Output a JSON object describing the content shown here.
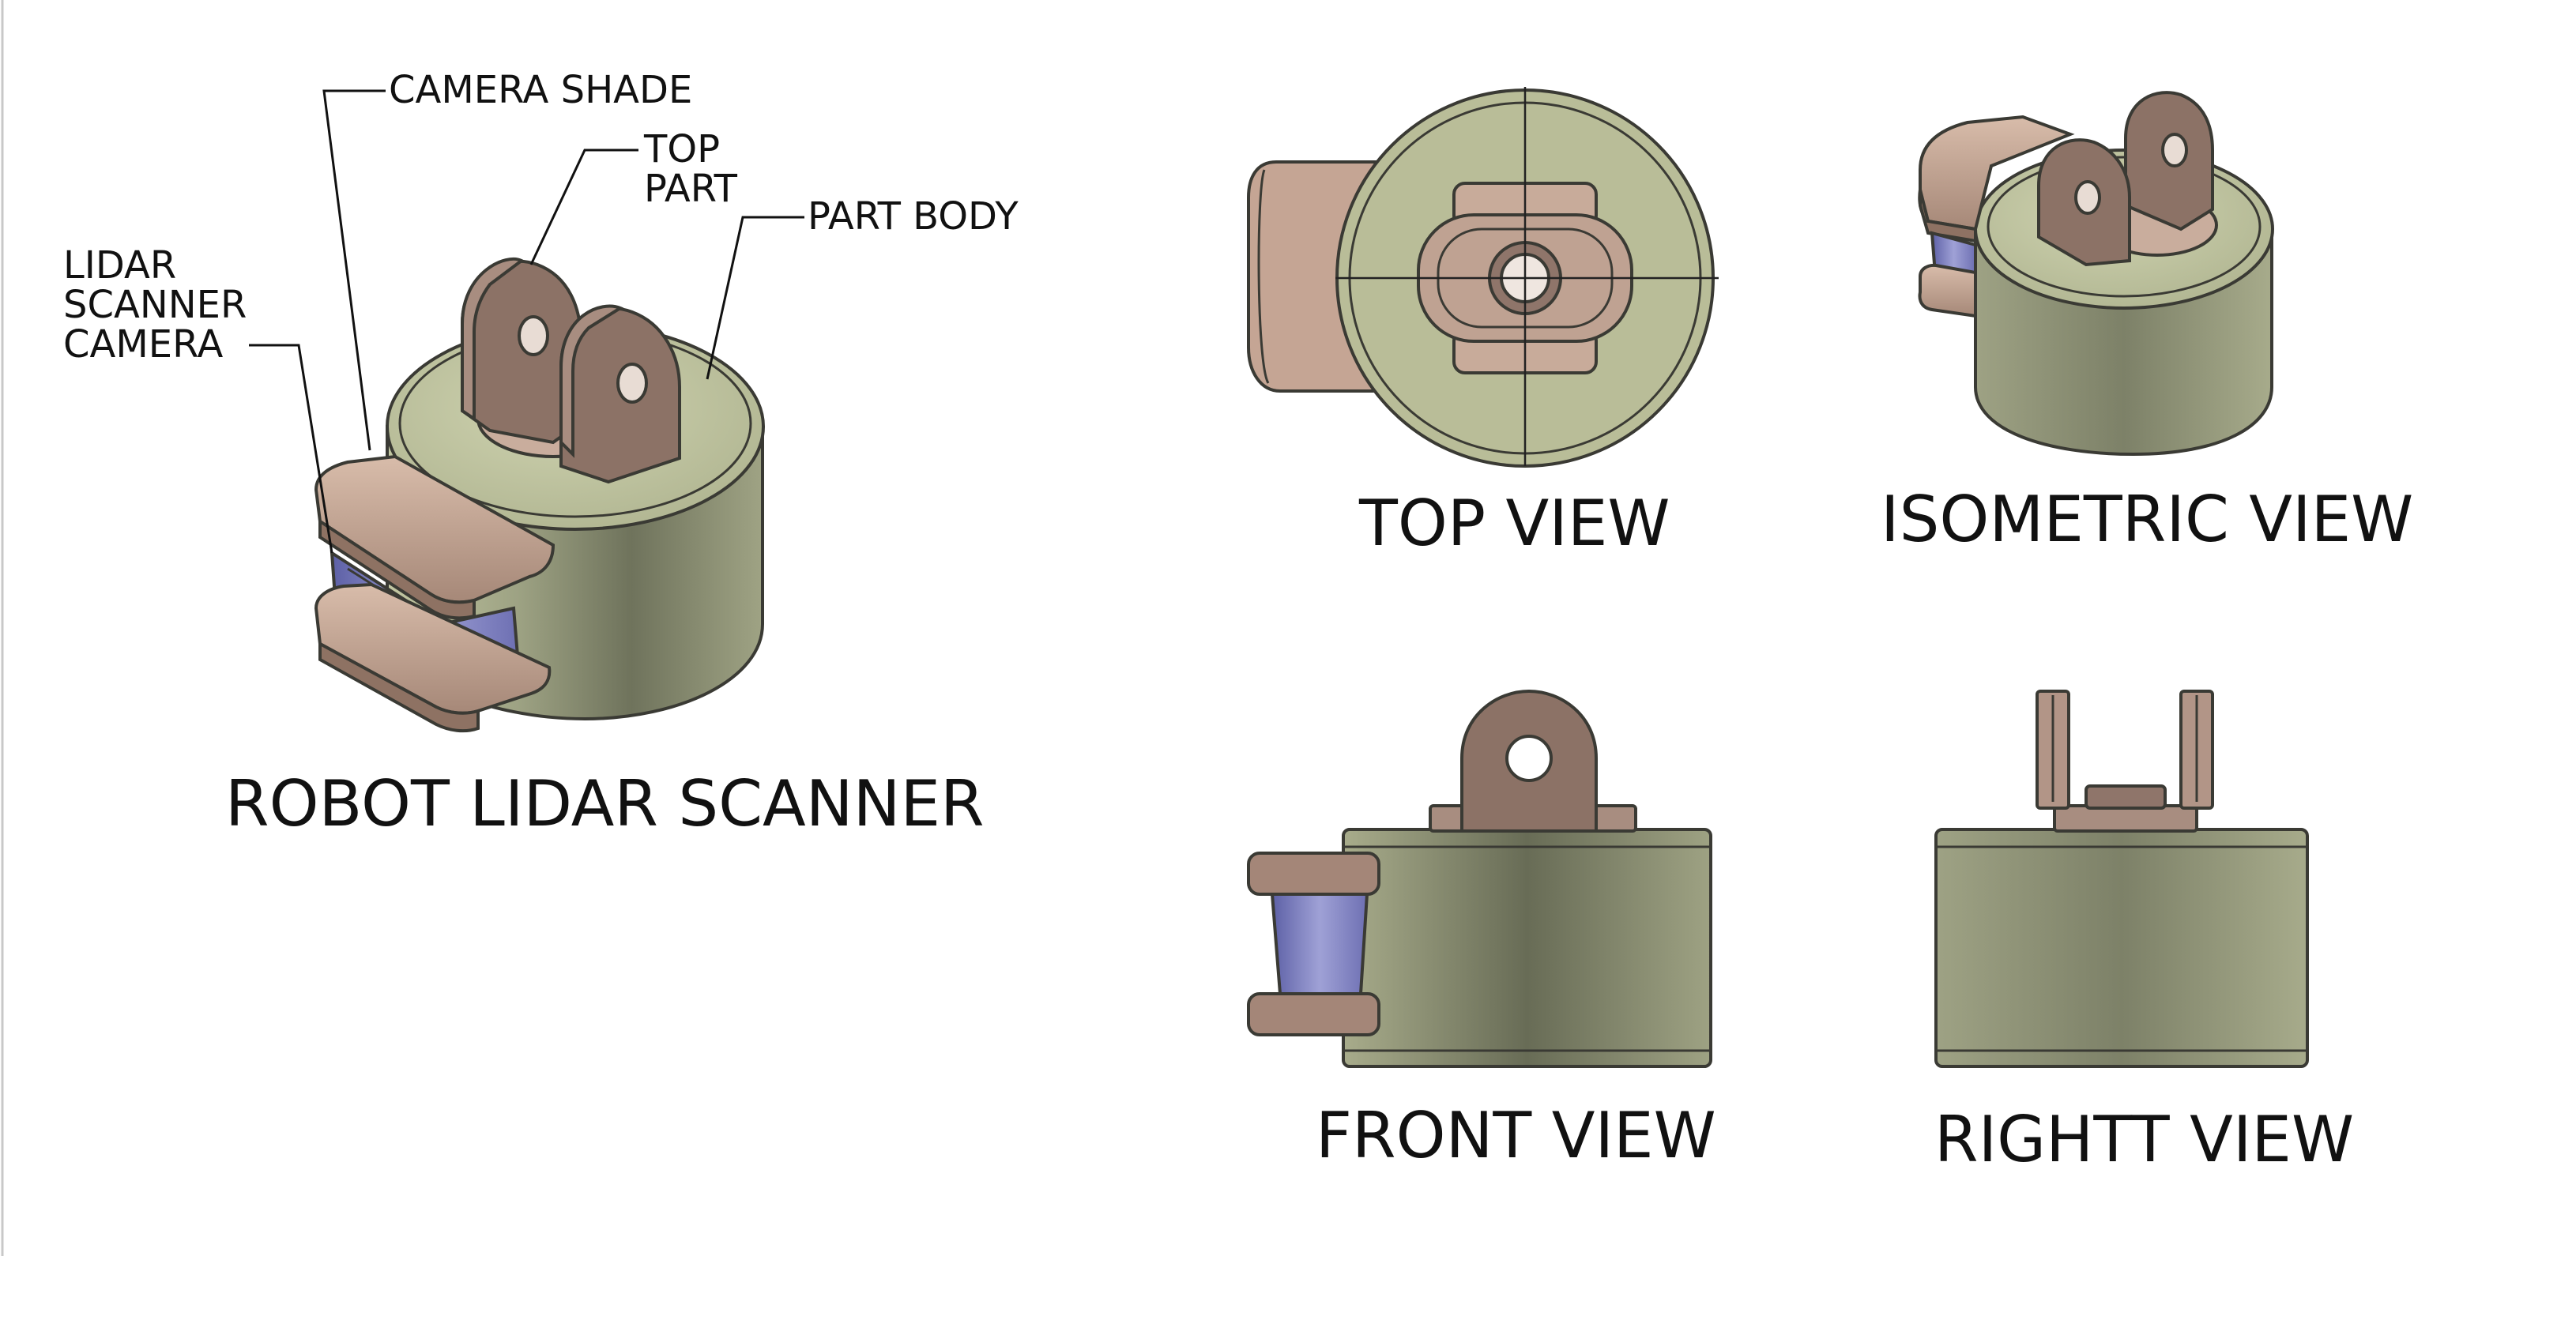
{
  "labels": {
    "camera_shade": "CAMERA SHADE",
    "top_part_line1": "TOP",
    "top_part_line2": "PART",
    "part_body": "PART BODY",
    "lidar_line1": "LIDAR",
    "lidar_line2": "SCANNER",
    "lidar_line3": "CAMERA"
  },
  "titles": {
    "main": "ROBOT LIDAR  SCANNER",
    "top_view": "TOP VIEW",
    "isometric_view": "ISOMETRIC VIEW",
    "front_view": "FRONT VIEW",
    "right_view": "RIGHTT VIEW"
  },
  "colors": {
    "body_green": "#a9ae8a",
    "body_green_dark": "#6c7058",
    "top_face_green": "#c2c7a2",
    "shade_tan": "#c5a594",
    "bracket_brown": "#8c7266",
    "lens_blue": "#7d7fbe",
    "ink": "#111111"
  }
}
